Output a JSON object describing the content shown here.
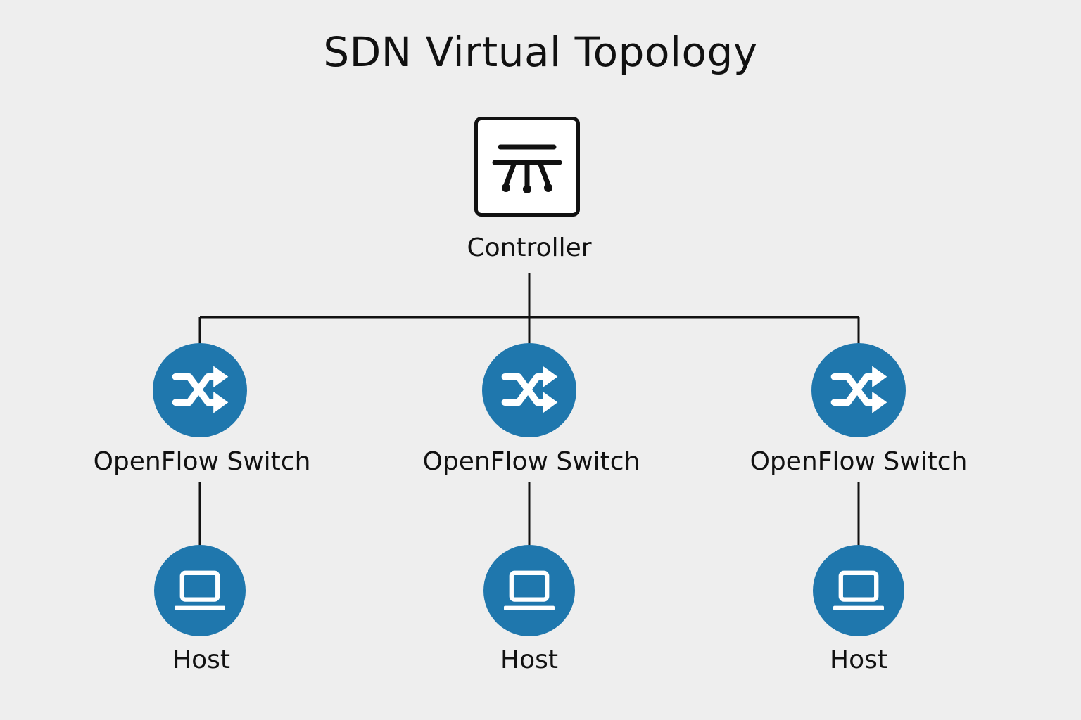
{
  "title": "SDN Virtual Topology",
  "controller": {
    "label": "Controller",
    "icon": "controller-hub-icon"
  },
  "switches": [
    {
      "label": "OpenFlow Switch",
      "icon": "shuffle-arrows-icon"
    },
    {
      "label": "OpenFlow Switch",
      "icon": "shuffle-arrows-icon"
    },
    {
      "label": "OpenFlow Switch",
      "icon": "shuffle-arrows-icon"
    }
  ],
  "hosts": [
    {
      "label": "Host",
      "icon": "laptop-icon"
    },
    {
      "label": "Host",
      "icon": "laptop-icon"
    },
    {
      "label": "Host",
      "icon": "laptop-icon"
    }
  ],
  "colors": {
    "node_fill": "#1f77ad",
    "line": "#111111",
    "background": "#eeeeee"
  }
}
